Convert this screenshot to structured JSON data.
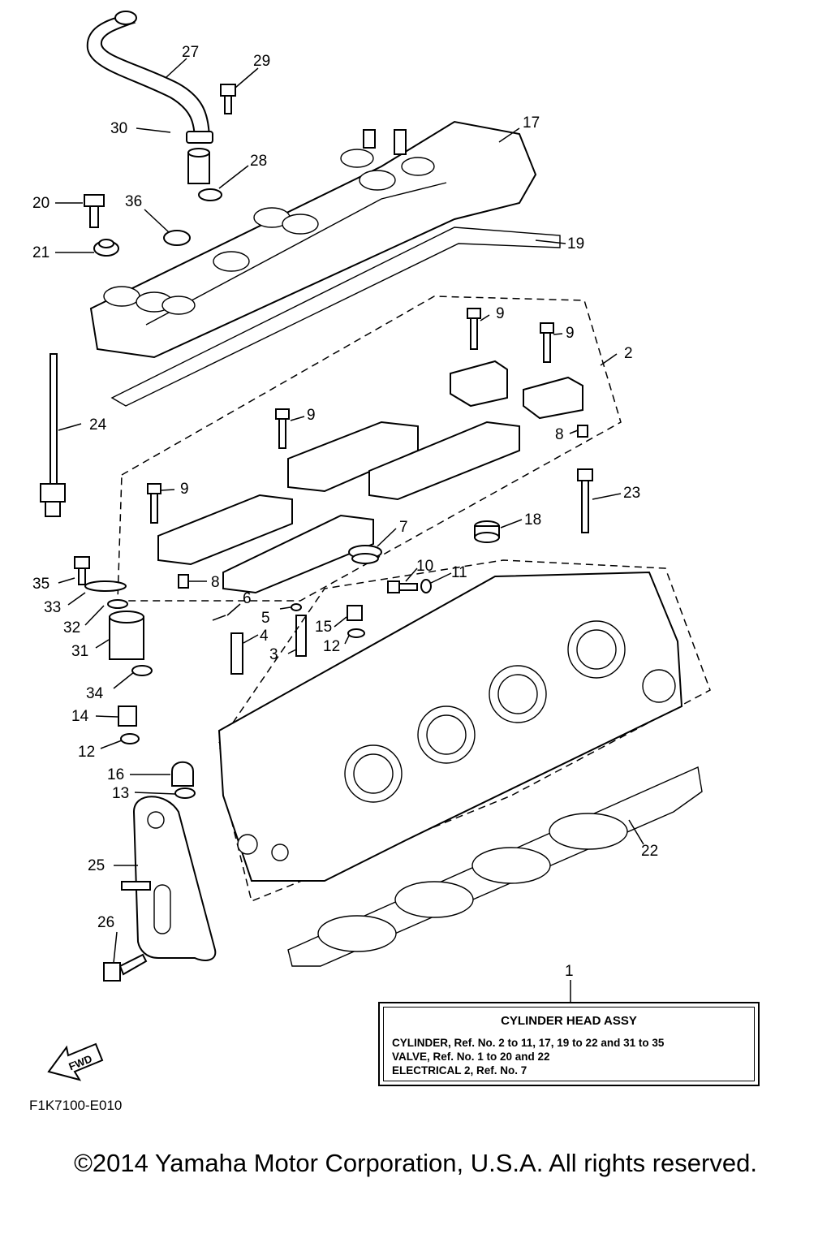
{
  "diagram": {
    "callouts": [
      "1",
      "2",
      "3",
      "4",
      "5",
      "6",
      "7",
      "8",
      "8",
      "9",
      "9",
      "9",
      "9",
      "10",
      "11",
      "12",
      "12",
      "13",
      "14",
      "15",
      "16",
      "17",
      "18",
      "19",
      "20",
      "21",
      "22",
      "23",
      "24",
      "25",
      "26",
      "27",
      "28",
      "29",
      "30",
      "31",
      "32",
      "33",
      "34",
      "35",
      "36"
    ],
    "fwd_label": "FWD"
  },
  "ref_table": {
    "title": "CYLINDER HEAD ASSY",
    "lines": [
      "CYLINDER,  Ref. No. 2 to 11, 17, 19 to 22 and 31 to 35",
      "VALVE, Ref. No. 1 to 20 and 22",
      "ELECTRICAL 2, Ref. No. 7"
    ]
  },
  "drawing_code": "F1K7100-E010",
  "copyright": "©2014 Yamaha Motor Corporation, U.S.A. All rights reserved."
}
